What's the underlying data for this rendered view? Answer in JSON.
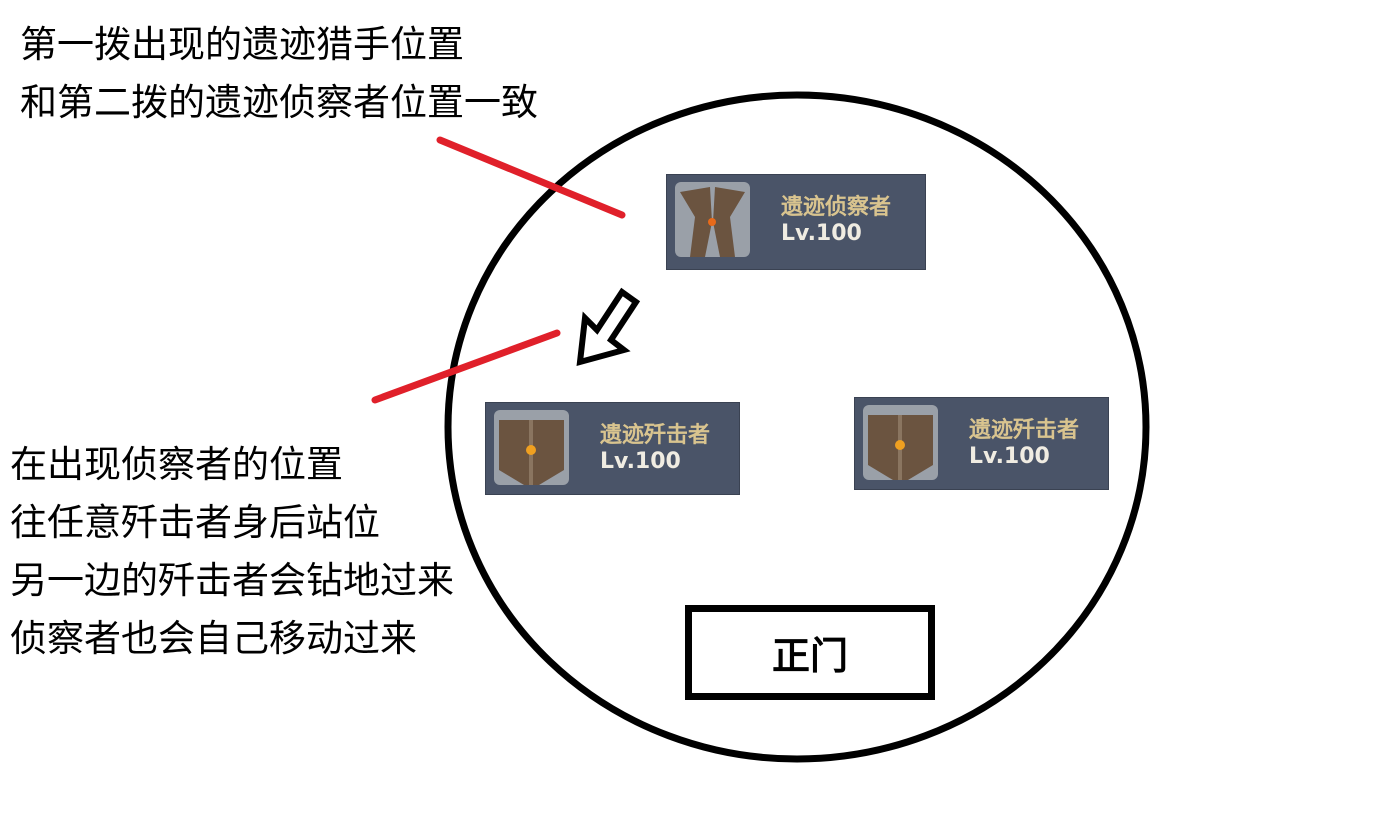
{
  "top_note": [
    "第一拨出现的遗迹猎手位置",
    "和第二拨的遗迹侦察者位置一致"
  ],
  "bottom_note": [
    "在出现侦察者的位置",
    "往任意歼击者身后站位",
    "另一边的歼击者会钻地过来",
    "侦察者也会自己移动过来"
  ],
  "cards": [
    {
      "name": "遗迹侦察者",
      "level": "Lv.100"
    },
    {
      "name": "遗迹歼击者",
      "level": "Lv.100"
    },
    {
      "name": "遗迹歼击者",
      "level": "Lv.100"
    }
  ],
  "gate_label": "正门",
  "colors": {
    "card_bg": "#4a5468",
    "card_title": "#d9c48f",
    "pointer_line": "#e0202a"
  }
}
